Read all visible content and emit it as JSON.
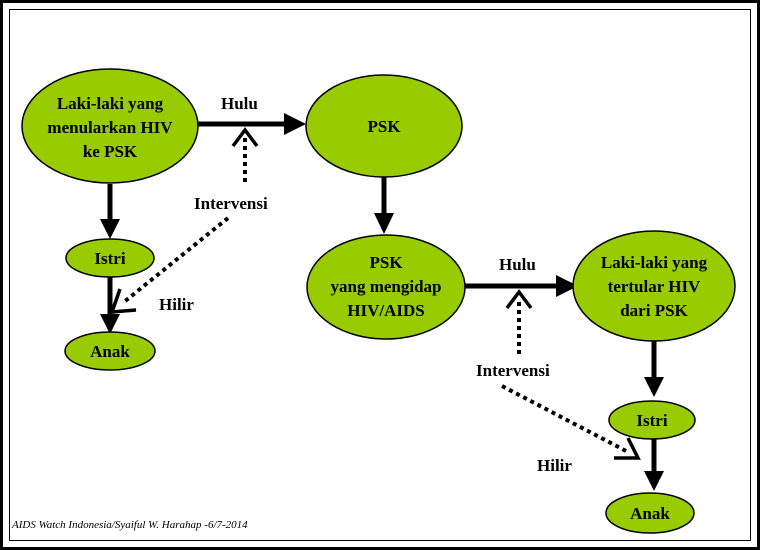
{
  "diagram": {
    "left_flow": {
      "source_node": [
        "Laki-laki yang",
        "menularkan HIV",
        "ke PSK"
      ],
      "target_node": "PSK",
      "wife_node": "Istri",
      "child_node": "Anak",
      "upstream_label": "Hulu",
      "intervention_label": "Intervensi",
      "downstream_label": "Hilir"
    },
    "right_flow": {
      "source_node": [
        "PSK",
        "yang mengidap",
        "HIV/AIDS"
      ],
      "target_node": [
        "Laki-laki yang",
        "tertular HIV",
        "dari PSK"
      ],
      "wife_node": "Istri",
      "child_node": "Anak",
      "upstream_label": "Hulu",
      "intervention_label": "Intervensi",
      "downstream_label": "Hilir"
    },
    "credit": "AIDS Watch Indonesia/Syaiful W. Harahap -6/7-2014",
    "colors": {
      "node_fill": "#99cc00",
      "stroke": "#000000"
    }
  }
}
